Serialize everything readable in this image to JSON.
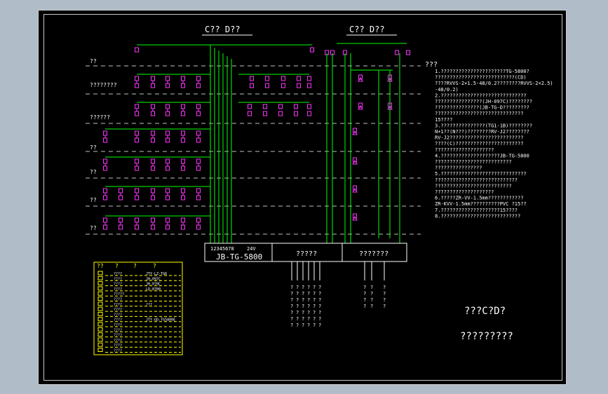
{
  "headings": {
    "group_left": "C?? D??",
    "group_right": "C?? D??"
  },
  "floor_labels": [
    "??",
    "????????",
    "??????",
    "??",
    "??",
    "??",
    "??"
  ],
  "notes": {
    "title": "???",
    "lines": [
      "1.??????????????????????TG-5800?",
      "  ???????????????????????????(CD)",
      "  ????RVVS-2×1.5-48/0.2????????RVVS-2×2.5)",
      "  -48/0.2)",
      "2.?????????????????????????????",
      "  ????????????????(JH-097C)????????",
      "  ???????????????(JB-TG-D?????????",
      "  ??????????????????????????????",
      "  15????",
      "3.???????????????(TG1-1B)????????",
      "  N+1??(N???)????????RV-J2????????",
      "  RV-J2?????????????????????????",
      "  ????(C)???????????????????????",
      "  ????????????????????",
      "4.????????????????????JB-TG-5800",
      "  ??????????????????????????",
      "  ????????????????",
      "5.?????????????????????????????",
      "  ????????????????????????????",
      "  ??????????????????????????",
      "  ????????????????????",
      "6.?????ZR-VV-1.5mm????????????",
      "  ZR-KVV-1.5mm??????????PVC ?15??",
      "7.????????????????????15????",
      "8.???????????????????????????"
    ]
  },
  "panel": {
    "terminals": "12345678",
    "voltage": "24V",
    "model": "JB-TG-5800",
    "left_box": "?????",
    "right_box": "???????"
  },
  "title_block": {
    "line1": "???C?D?",
    "line2": "?????????"
  },
  "legend": {
    "header": [
      "??",
      "?",
      "?",
      "?"
    ],
    "rows": [
      {
        "name": "????",
        "model": "JTY-LZ-TG6"
      },
      {
        "name": "????",
        "model": "JH-097C"
      },
      {
        "name": "????",
        "model": "JH-070C"
      },
      {
        "name": "????",
        "model": "LD-8700"
      },
      {
        "name": "?????",
        "model": ""
      },
      {
        "name": "????",
        "model": ""
      },
      {
        "name": "????",
        "model": "???"
      },
      {
        "name": "????",
        "model": ""
      },
      {
        "name": "????",
        "model": ""
      },
      {
        "name": "????",
        "model": "JTY-GD-TG5800E"
      },
      {
        "name": "????",
        "model": ""
      },
      {
        "name": "????",
        "model": ""
      },
      {
        "name": "????",
        "model": ""
      },
      {
        "name": "????",
        "model": ""
      },
      {
        "name": "????",
        "model": ""
      },
      {
        "name": "????",
        "model": ""
      }
    ]
  },
  "output_labels": [
    "?",
    "?",
    "?",
    "?",
    "?"
  ],
  "colors": {
    "wire": "#00ff00",
    "device": "#ff33ff",
    "text": "#ffffff",
    "legend": "#ffff00"
  }
}
